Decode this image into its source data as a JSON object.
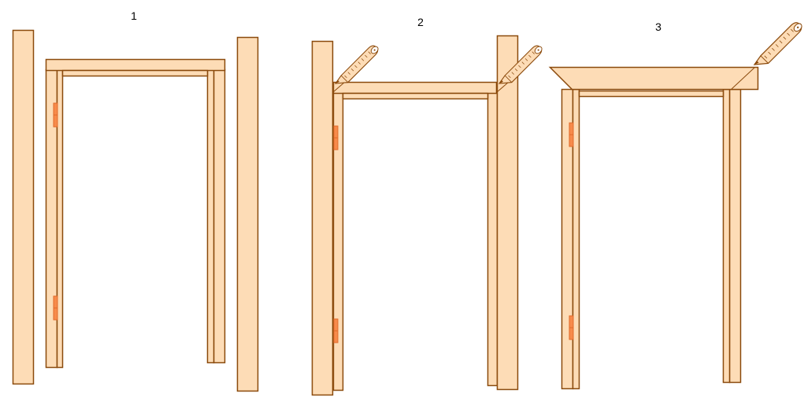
{
  "steps": [
    {
      "number": "1"
    },
    {
      "number": "2"
    },
    {
      "number": "3"
    }
  ],
  "colors": {
    "wood_fill": "#FDDCB6",
    "wood_stroke": "#8B4A0C",
    "hinge_fill": "#F78B4B",
    "hinge_stroke": "#E06A2A",
    "pencil_fill": "#FDDCB6",
    "pencil_stroke": "#8B4A0C",
    "background": "#FFFFFF"
  },
  "icons": [
    "door-frame",
    "hinge-icon",
    "pencil-icon"
  ]
}
